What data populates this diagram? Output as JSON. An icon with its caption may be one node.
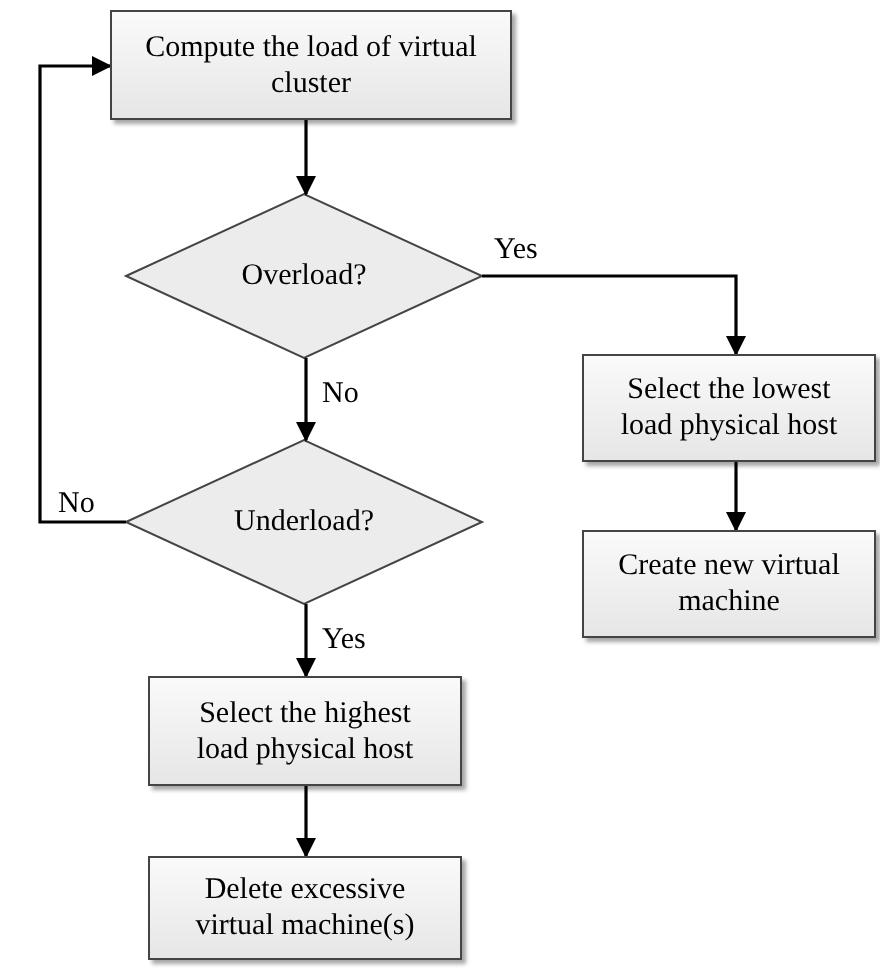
{
  "diagram": {
    "nodes": [
      {
        "text": [
          "Compute the load of virtual cluster"
        ]
      },
      {
        "text": [
          "Overload?"
        ]
      },
      {
        "text": [
          "Select the lowest load physical host"
        ]
      },
      {
        "text": [
          "Underload?"
        ]
      },
      {
        "text": [
          "Create new virtual machine"
        ]
      },
      {
        "text": [
          "Select the highest load physical host"
        ]
      },
      {
        "text": [
          "Delete excessive virtual machine(s)"
        ]
      }
    ],
    "edges": [
      {
        "from": 0,
        "to": 1,
        "arrow": "to"
      },
      {
        "from": 1,
        "to": 2,
        "arrow": "to",
        "label": "Yes"
      },
      {
        "from": 1,
        "to": 3,
        "arrow": "to",
        "label": "No"
      },
      {
        "from": 3,
        "to": 0,
        "arrow": "to",
        "label": "No"
      },
      {
        "from": 3,
        "to": 5,
        "arrow": "to",
        "label": "Yes"
      },
      {
        "from": 2,
        "to": 4,
        "arrow": "to"
      },
      {
        "from": 5,
        "to": 6,
        "arrow": "to"
      }
    ]
  }
}
